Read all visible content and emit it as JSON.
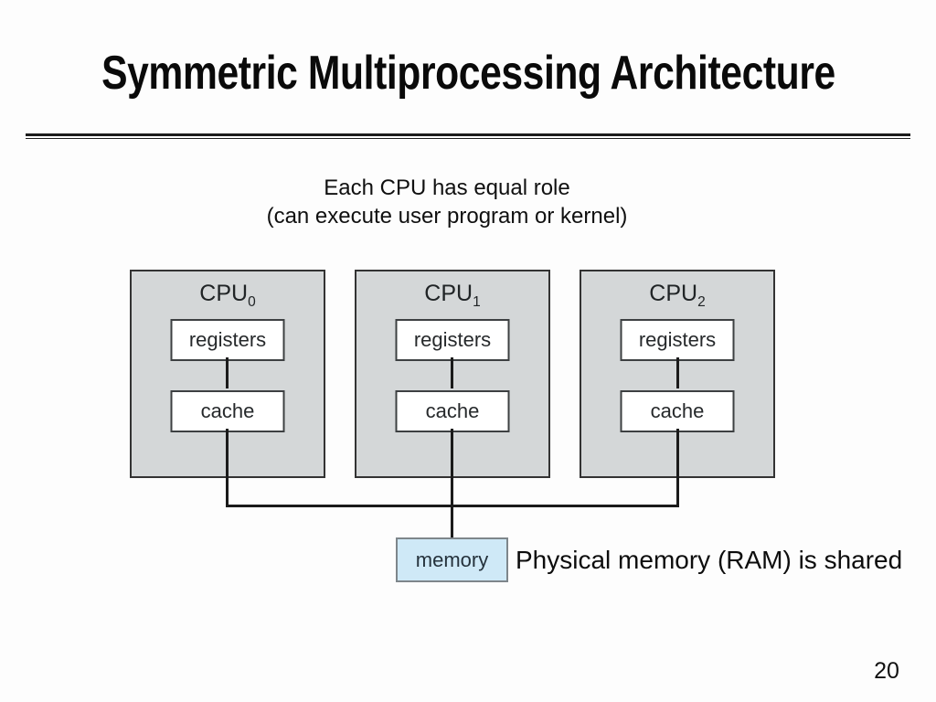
{
  "slide": {
    "title": "Symmetric Multiprocessing Architecture",
    "subtitle_line1": "Each CPU has equal role",
    "subtitle_line2": "(can execute user program or kernel)",
    "page_number": "20"
  },
  "diagram": {
    "cpus": [
      {
        "name": "CPU",
        "sub": "0",
        "registers_label": "registers",
        "cache_label": "cache"
      },
      {
        "name": "CPU",
        "sub": "1",
        "registers_label": "registers",
        "cache_label": "cache"
      },
      {
        "name": "CPU",
        "sub": "2",
        "registers_label": "registers",
        "cache_label": "cache"
      }
    ],
    "memory_label": "memory",
    "memory_note": "Physical memory (RAM) is shared",
    "colors": {
      "cpu_fill": "#d4d7d8",
      "cpu_border": "#333333",
      "inner_fill": "#ffffff",
      "inner_border": "#3d4042",
      "line": "#1b1b1b",
      "memory_fill": "#cfe9f7",
      "memory_border": "#7e868b",
      "accent_text": "#0d0d0d"
    }
  }
}
